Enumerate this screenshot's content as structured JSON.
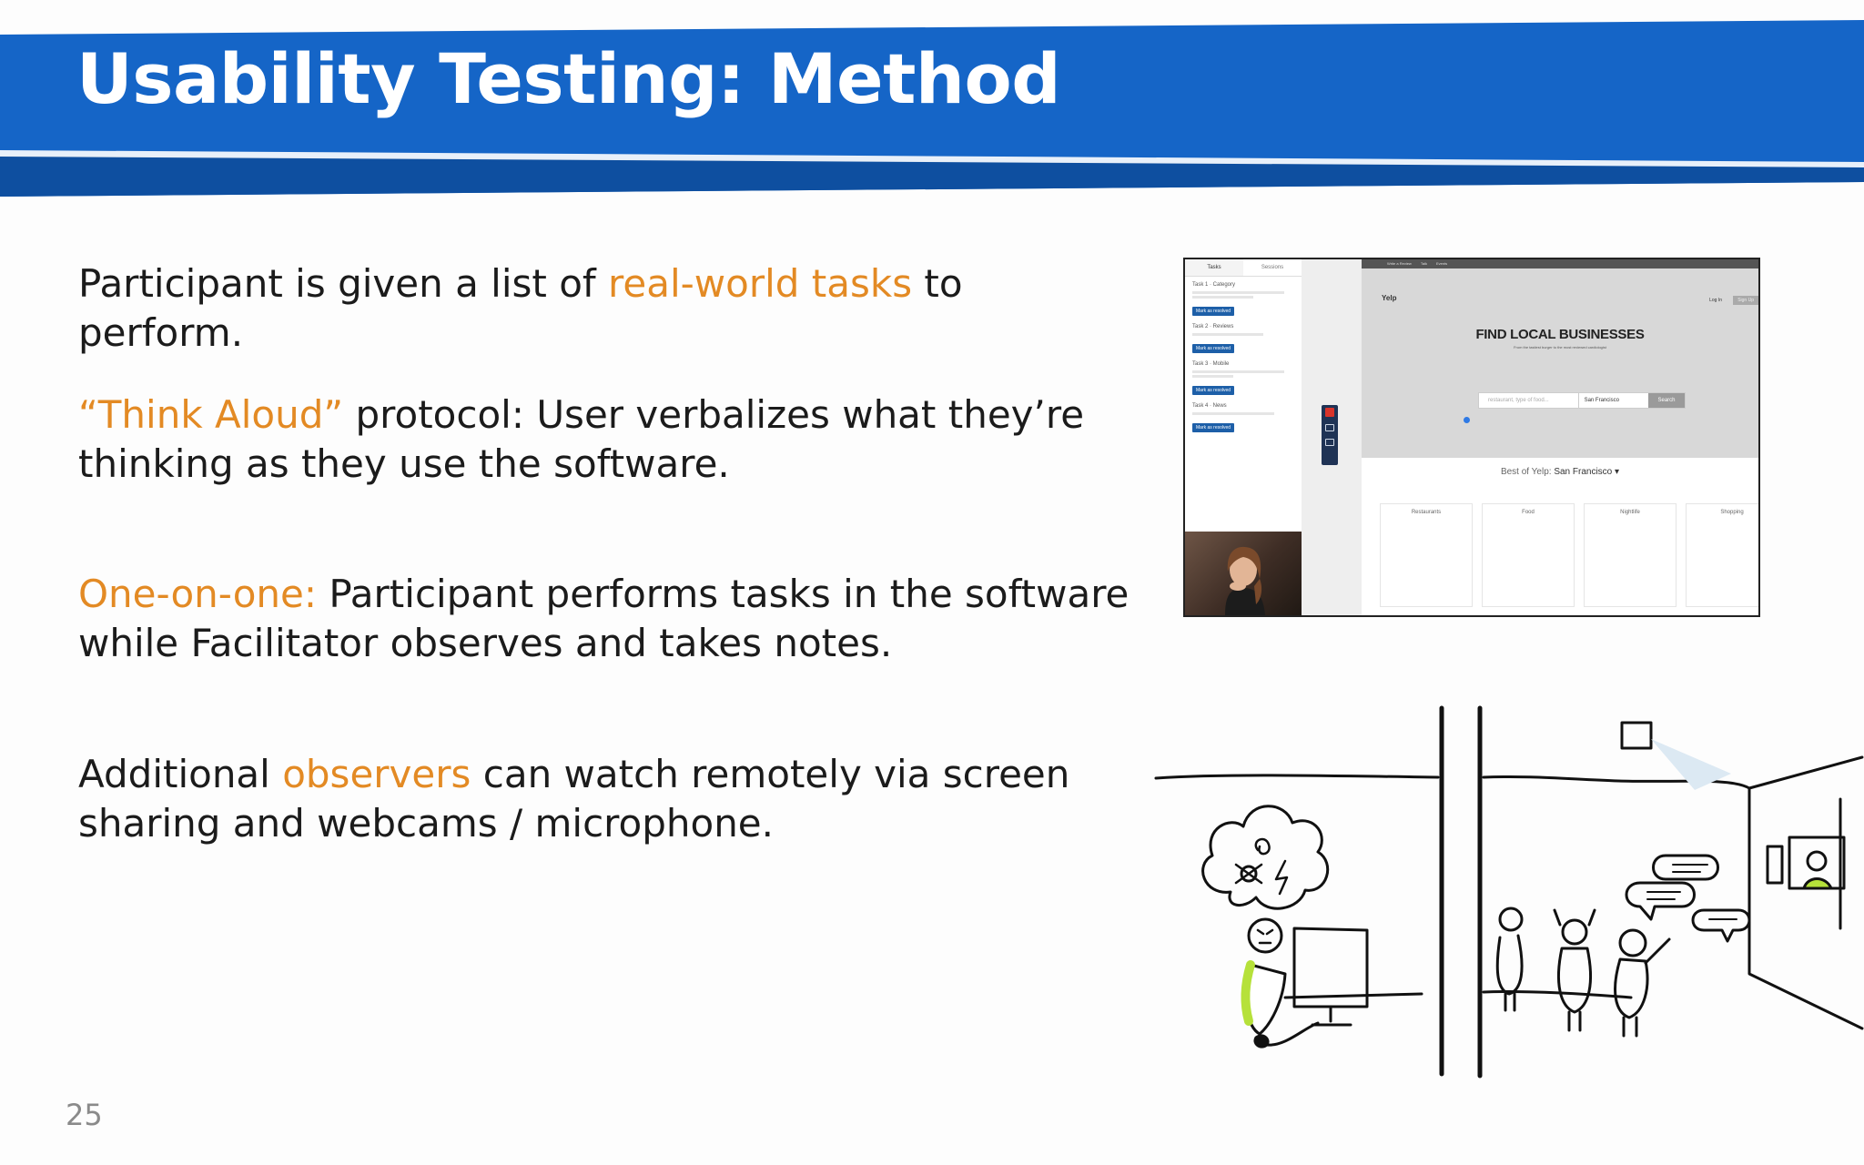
{
  "slide": {
    "title": "Usability Testing: Method",
    "page_number": "25",
    "accent_color": "#e38a24",
    "header_color": "#1565c7"
  },
  "bullets": [
    {
      "pre": "Participant is given a list of ",
      "highlight": "real-world tasks",
      "post": " to perform."
    },
    {
      "pre": "",
      "highlight": "“Think Aloud”",
      "post": " protocol: User verbalizes what they’re thinking as they use the software."
    },
    {
      "pre": "",
      "highlight": "One-on-one:",
      "post": " Participant performs tasks in the software while Facilitator observes and takes notes."
    },
    {
      "pre": "Additional ",
      "highlight": "observers",
      "post": " can watch remotely via screen sharing and webcams / microphone."
    }
  ],
  "screenshot": {
    "tabs": [
      "Tasks",
      "Sessions"
    ],
    "tasks": [
      {
        "label": "Task 1 · Category",
        "button": "Mark as resolved"
      },
      {
        "label": "Task 2 · Reviews",
        "button": "Mark as resolved"
      },
      {
        "label": "Task 3 · Mobile",
        "button": "Mark as resolved"
      },
      {
        "label": "Task 4 · News",
        "button": "Mark as resolved"
      }
    ],
    "topbar": [
      "Write a Review",
      "Talk",
      "Events"
    ],
    "site_logo": "Yelp",
    "login": "Log In",
    "signup": "Sign Up",
    "find_title": "FIND LOCAL BUSINESSES",
    "find_subtitle": "From the tastiest burger to the most reviewed cardiologist",
    "search_placeholder": "restaurant, type of food...",
    "search_location": "San Francisco",
    "search_button": "Search",
    "best_of_prefix": "Best of Yelp: ",
    "best_of_city": "San Francisco ▾",
    "categories": [
      "Restaurants",
      "Food",
      "Nightlife",
      "Shopping"
    ]
  }
}
